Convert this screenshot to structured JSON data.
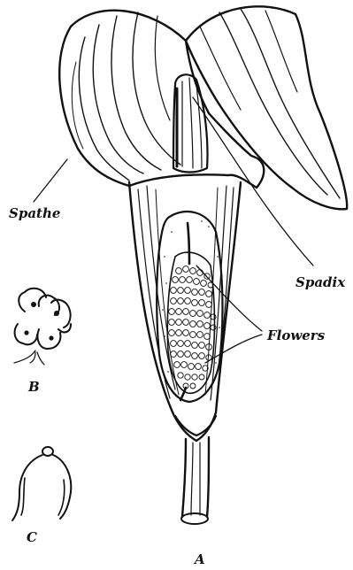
{
  "labels": {
    "spathe": "Spathe",
    "spadix": "Spadix",
    "flowers": "Flowers",
    "figure_a": "A",
    "figure_b": "B",
    "figure_c": "C"
  }
}
